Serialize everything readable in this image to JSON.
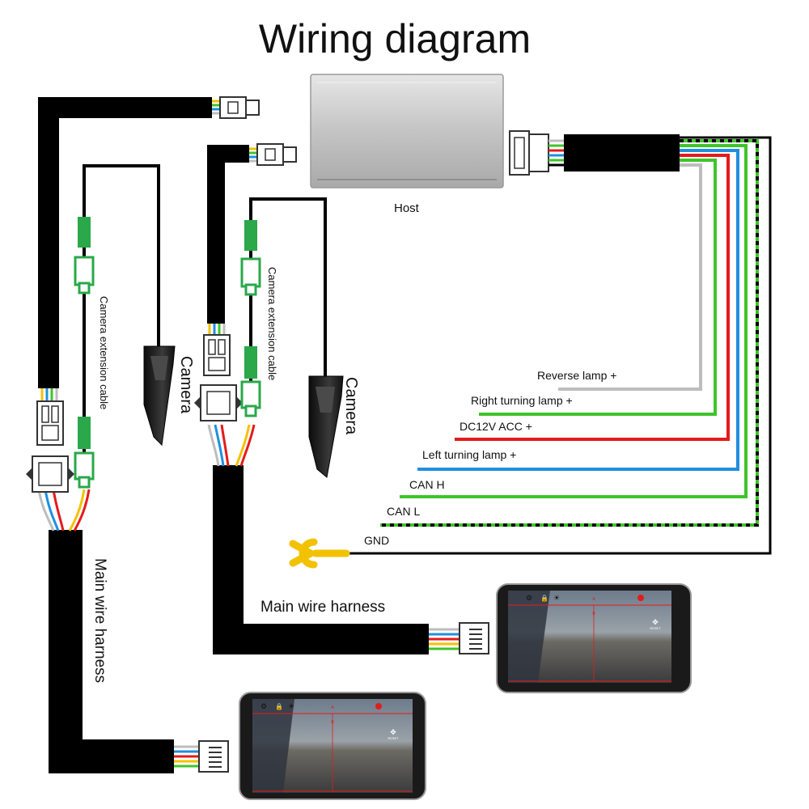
{
  "title": "Wiring diagram",
  "labels": {
    "host": "Host",
    "camera_left": "Camera",
    "camera_right": "Camera",
    "ext_cable_left": "Camera extension cable",
    "ext_cable_right": "Camera extension cable",
    "harness_left": "Main wire harness",
    "harness_right": "Main wire harness"
  },
  "wires": [
    {
      "label": "Reverse lamp +",
      "color": "#bdbdbd",
      "style": "solid"
    },
    {
      "label": "Right turning lamp +",
      "color": "#3fc42a",
      "style": "solid"
    },
    {
      "label": "DC12V ACC +",
      "color": "#e41b1b",
      "style": "solid"
    },
    {
      "label": "Left turning lamp +",
      "color": "#1f8fe0",
      "style": "solid"
    },
    {
      "label": "CAN H",
      "color": "#3fc42a",
      "style": "solid"
    },
    {
      "label": "CAN L",
      "color": "#3fc42a",
      "style": "dashed"
    },
    {
      "label": "GND",
      "color": "#000000",
      "style": "solid"
    }
  ],
  "colors": {
    "harness": "#000000",
    "host_body": "#c9c9c9",
    "ground_lug": "#f2c200",
    "connector_green": "#2aa84a"
  },
  "screens": [
    {
      "label_top": "A",
      "label_mid": "B",
      "reset": "RESET"
    },
    {
      "label_top": "A",
      "label_mid": "B",
      "reset": "RESET"
    }
  ]
}
